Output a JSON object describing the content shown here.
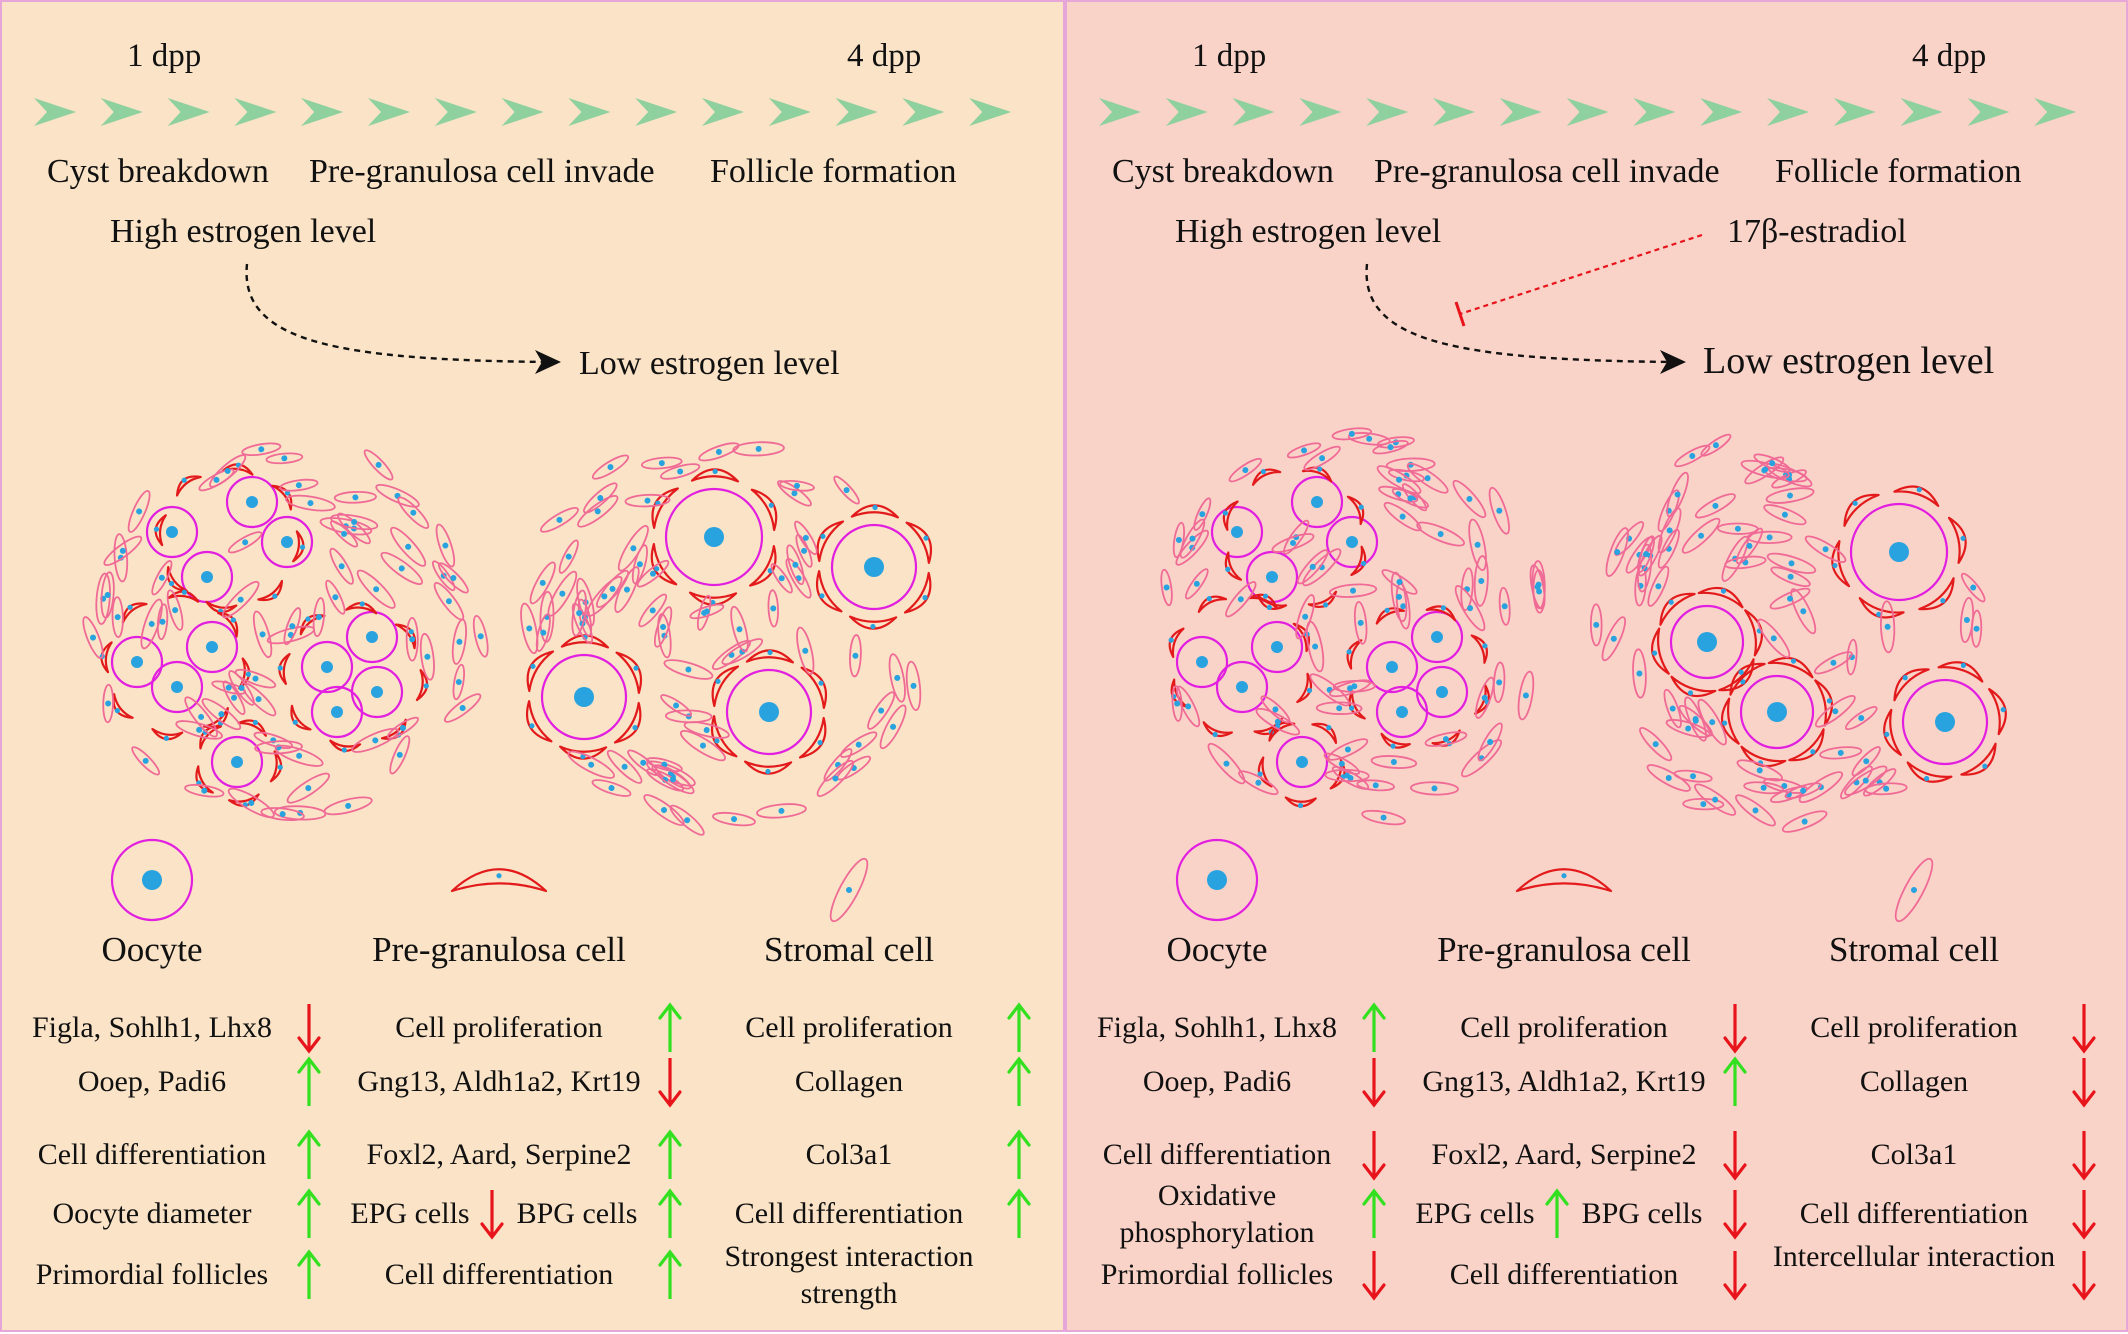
{
  "colors": {
    "left_bg": "#fae3c6",
    "right_bg": "#fad3c8",
    "panel_border": "#e7a6d8",
    "chevron": "#8fd19e",
    "oocyte_ring": "#e21ee0",
    "nucleus": "#29a3df",
    "pregranulosa": "#e31a1c",
    "stromal": "#f06a96",
    "arrow_up": "#32e01f",
    "arrow_down": "#e8141b",
    "inhibit": "#e8141b"
  },
  "panels": [
    {
      "id": "left",
      "time_start": "1 dpp",
      "time_end": "4 dpp",
      "stages": [
        "Cyst breakdown",
        "Pre-granulosa cell invade",
        "Follicle formation"
      ],
      "high_label": "High estrogen level",
      "low_label": "Low estrogen level",
      "treatment": "",
      "legend": [
        "Oocyte",
        "Pre-granulosa cell",
        "Stromal cell"
      ],
      "columns": [
        [
          {
            "label": "Figla, Sohlh1, Lhx8",
            "arrow": "down"
          },
          {
            "label": "Ooep, Padi6",
            "arrow": "up"
          },
          {
            "label": "Cell differentiation",
            "arrow": "up"
          },
          {
            "label": "Oocyte diameter",
            "arrow": "up"
          },
          {
            "label": "Primordial follicles",
            "arrow": "up"
          }
        ],
        [
          {
            "label": "Cell proliferation",
            "arrow": "up"
          },
          {
            "label": "Gng13, Aldh1a2, Krt19",
            "arrow": "down"
          },
          {
            "label": "Foxl2, Aard, Serpine2",
            "arrow": "up"
          },
          {
            "label": "EPG cells",
            "arrow": "down",
            "label2": "BPG cells",
            "arrow2": "up"
          },
          {
            "label": "Cell differentiation",
            "arrow": "up"
          }
        ],
        [
          {
            "label": "Cell proliferation",
            "arrow": "up"
          },
          {
            "label": "Collagen",
            "arrow": "up"
          },
          {
            "label": "Col3a1",
            "arrow": "up"
          },
          {
            "label": "Cell differentiation",
            "arrow": "up"
          },
          {
            "label": "Strongest interaction strength",
            "arrow": ""
          }
        ]
      ]
    },
    {
      "id": "right",
      "time_start": "1 dpp",
      "time_end": "4 dpp",
      "stages": [
        "Cyst breakdown",
        "Pre-granulosa cell invade",
        "Follicle formation"
      ],
      "high_label": "High estrogen level",
      "low_label": "Low estrogen level",
      "treatment": "17β-estradiol",
      "legend": [
        "Oocyte",
        "Pre-granulosa cell",
        "Stromal cell"
      ],
      "columns": [
        [
          {
            "label": "Figla, Sohlh1, Lhx8",
            "arrow": "up"
          },
          {
            "label": "Ooep, Padi6",
            "arrow": "down"
          },
          {
            "label": "Cell differentiation",
            "arrow": "down"
          },
          {
            "label": "Oxidative phosphorylation",
            "arrow": "up"
          },
          {
            "label": "Primordial follicles",
            "arrow": "down"
          }
        ],
        [
          {
            "label": "Cell proliferation",
            "arrow": "down"
          },
          {
            "label": "Gng13, Aldh1a2, Krt19",
            "arrow": "up"
          },
          {
            "label": "Foxl2, Aard, Serpine2",
            "arrow": "down"
          },
          {
            "label": "EPG cells",
            "arrow": "up",
            "label2": "BPG cells",
            "arrow2": "down"
          },
          {
            "label": "Cell differentiation",
            "arrow": "down"
          }
        ],
        [
          {
            "label": "Cell proliferation",
            "arrow": "down"
          },
          {
            "label": "Collagen",
            "arrow": "down"
          },
          {
            "label": "Col3a1",
            "arrow": "down"
          },
          {
            "label": "Cell differentiation",
            "arrow": "down"
          },
          {
            "label": "Intercellular interaction",
            "arrow": "down"
          }
        ]
      ]
    }
  ]
}
